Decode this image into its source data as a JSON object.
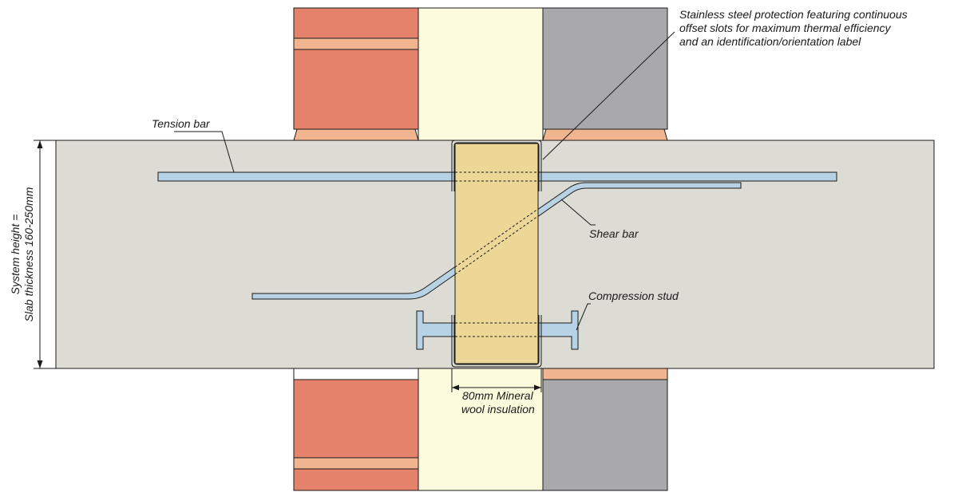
{
  "colors": {
    "slab": "#dcdbd4",
    "brick": "#e5826b",
    "brick_mortar": "#f0b48e",
    "block": "#a9a9ab",
    "insulation_cavity": "#fdfbdd",
    "insulation_unit": "#ecd797",
    "bar": "#b7d2e4",
    "outline": "#1a1a1a"
  },
  "labels": {
    "protection_line1": "Stainless steel protection featuring continuous",
    "protection_line2": "offset slots for maximum thermal efficiency",
    "protection_line3": "and an identification/orientation label",
    "tension_bar": "Tension bar",
    "shear_bar": "Shear bar",
    "compression_stud": "Compression stud",
    "insulation_line1": "80mm Mineral",
    "insulation_line2": "wool insulation",
    "system_height_line1": "System height =",
    "system_height_line2": "Slab thickness 160-250mm"
  }
}
